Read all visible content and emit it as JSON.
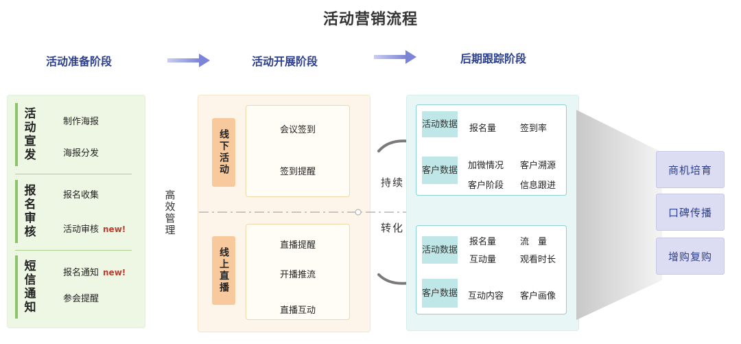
{
  "title": "活动营销流程",
  "stages": [
    "活动准备阶段",
    "活动开展阶段",
    "后期跟踪阶段"
  ],
  "prep": {
    "groups": [
      {
        "label": "活动宣发",
        "items": [
          {
            "text": "制作海报"
          },
          {
            "text": "海报分发"
          }
        ]
      },
      {
        "label": "报名审核",
        "items": [
          {
            "text": "报名收集"
          },
          {
            "text": "活动审核",
            "badge": "new!"
          }
        ]
      },
      {
        "label": "短信通知",
        "items": [
          {
            "text": "报名通知",
            "badge": "new!"
          },
          {
            "text": "参会提醒"
          }
        ]
      }
    ]
  },
  "mid_label": "高效管理",
  "run": {
    "offline": {
      "label": "线下活动",
      "items": [
        "会议签到",
        "签到提醒"
      ]
    },
    "online": {
      "label": "线上直播",
      "items": [
        "直播提醒",
        "开播推流",
        "直播互动"
      ]
    }
  },
  "flow_labels": [
    "持续",
    "转化"
  ],
  "track": {
    "offline": {
      "activity_tag": "活动数据",
      "activity_items": [
        "报名量",
        "签到率"
      ],
      "customer_tag": "客户数据",
      "customer_items": [
        "加微情况",
        "客户溯源",
        "客户阶段",
        "信息跟进"
      ]
    },
    "online": {
      "activity_tag": "活动数据",
      "activity_items": [
        "报名量",
        "流　量",
        "互动量",
        "观看时长"
      ],
      "customer_tag": "客户数据",
      "customer_items": [
        "互动内容",
        "客户画像"
      ]
    }
  },
  "results": [
    "商机培育",
    "口碑传播",
    "增购复购"
  ],
  "colors": {
    "stage_text": "#2b3f8f",
    "badge": "#c0392b",
    "green_accent": "#8cc26a",
    "orange_accent": "#f7c99d",
    "teal_accent": "#8ed1d1",
    "result_bg": "#dcdcf3"
  }
}
